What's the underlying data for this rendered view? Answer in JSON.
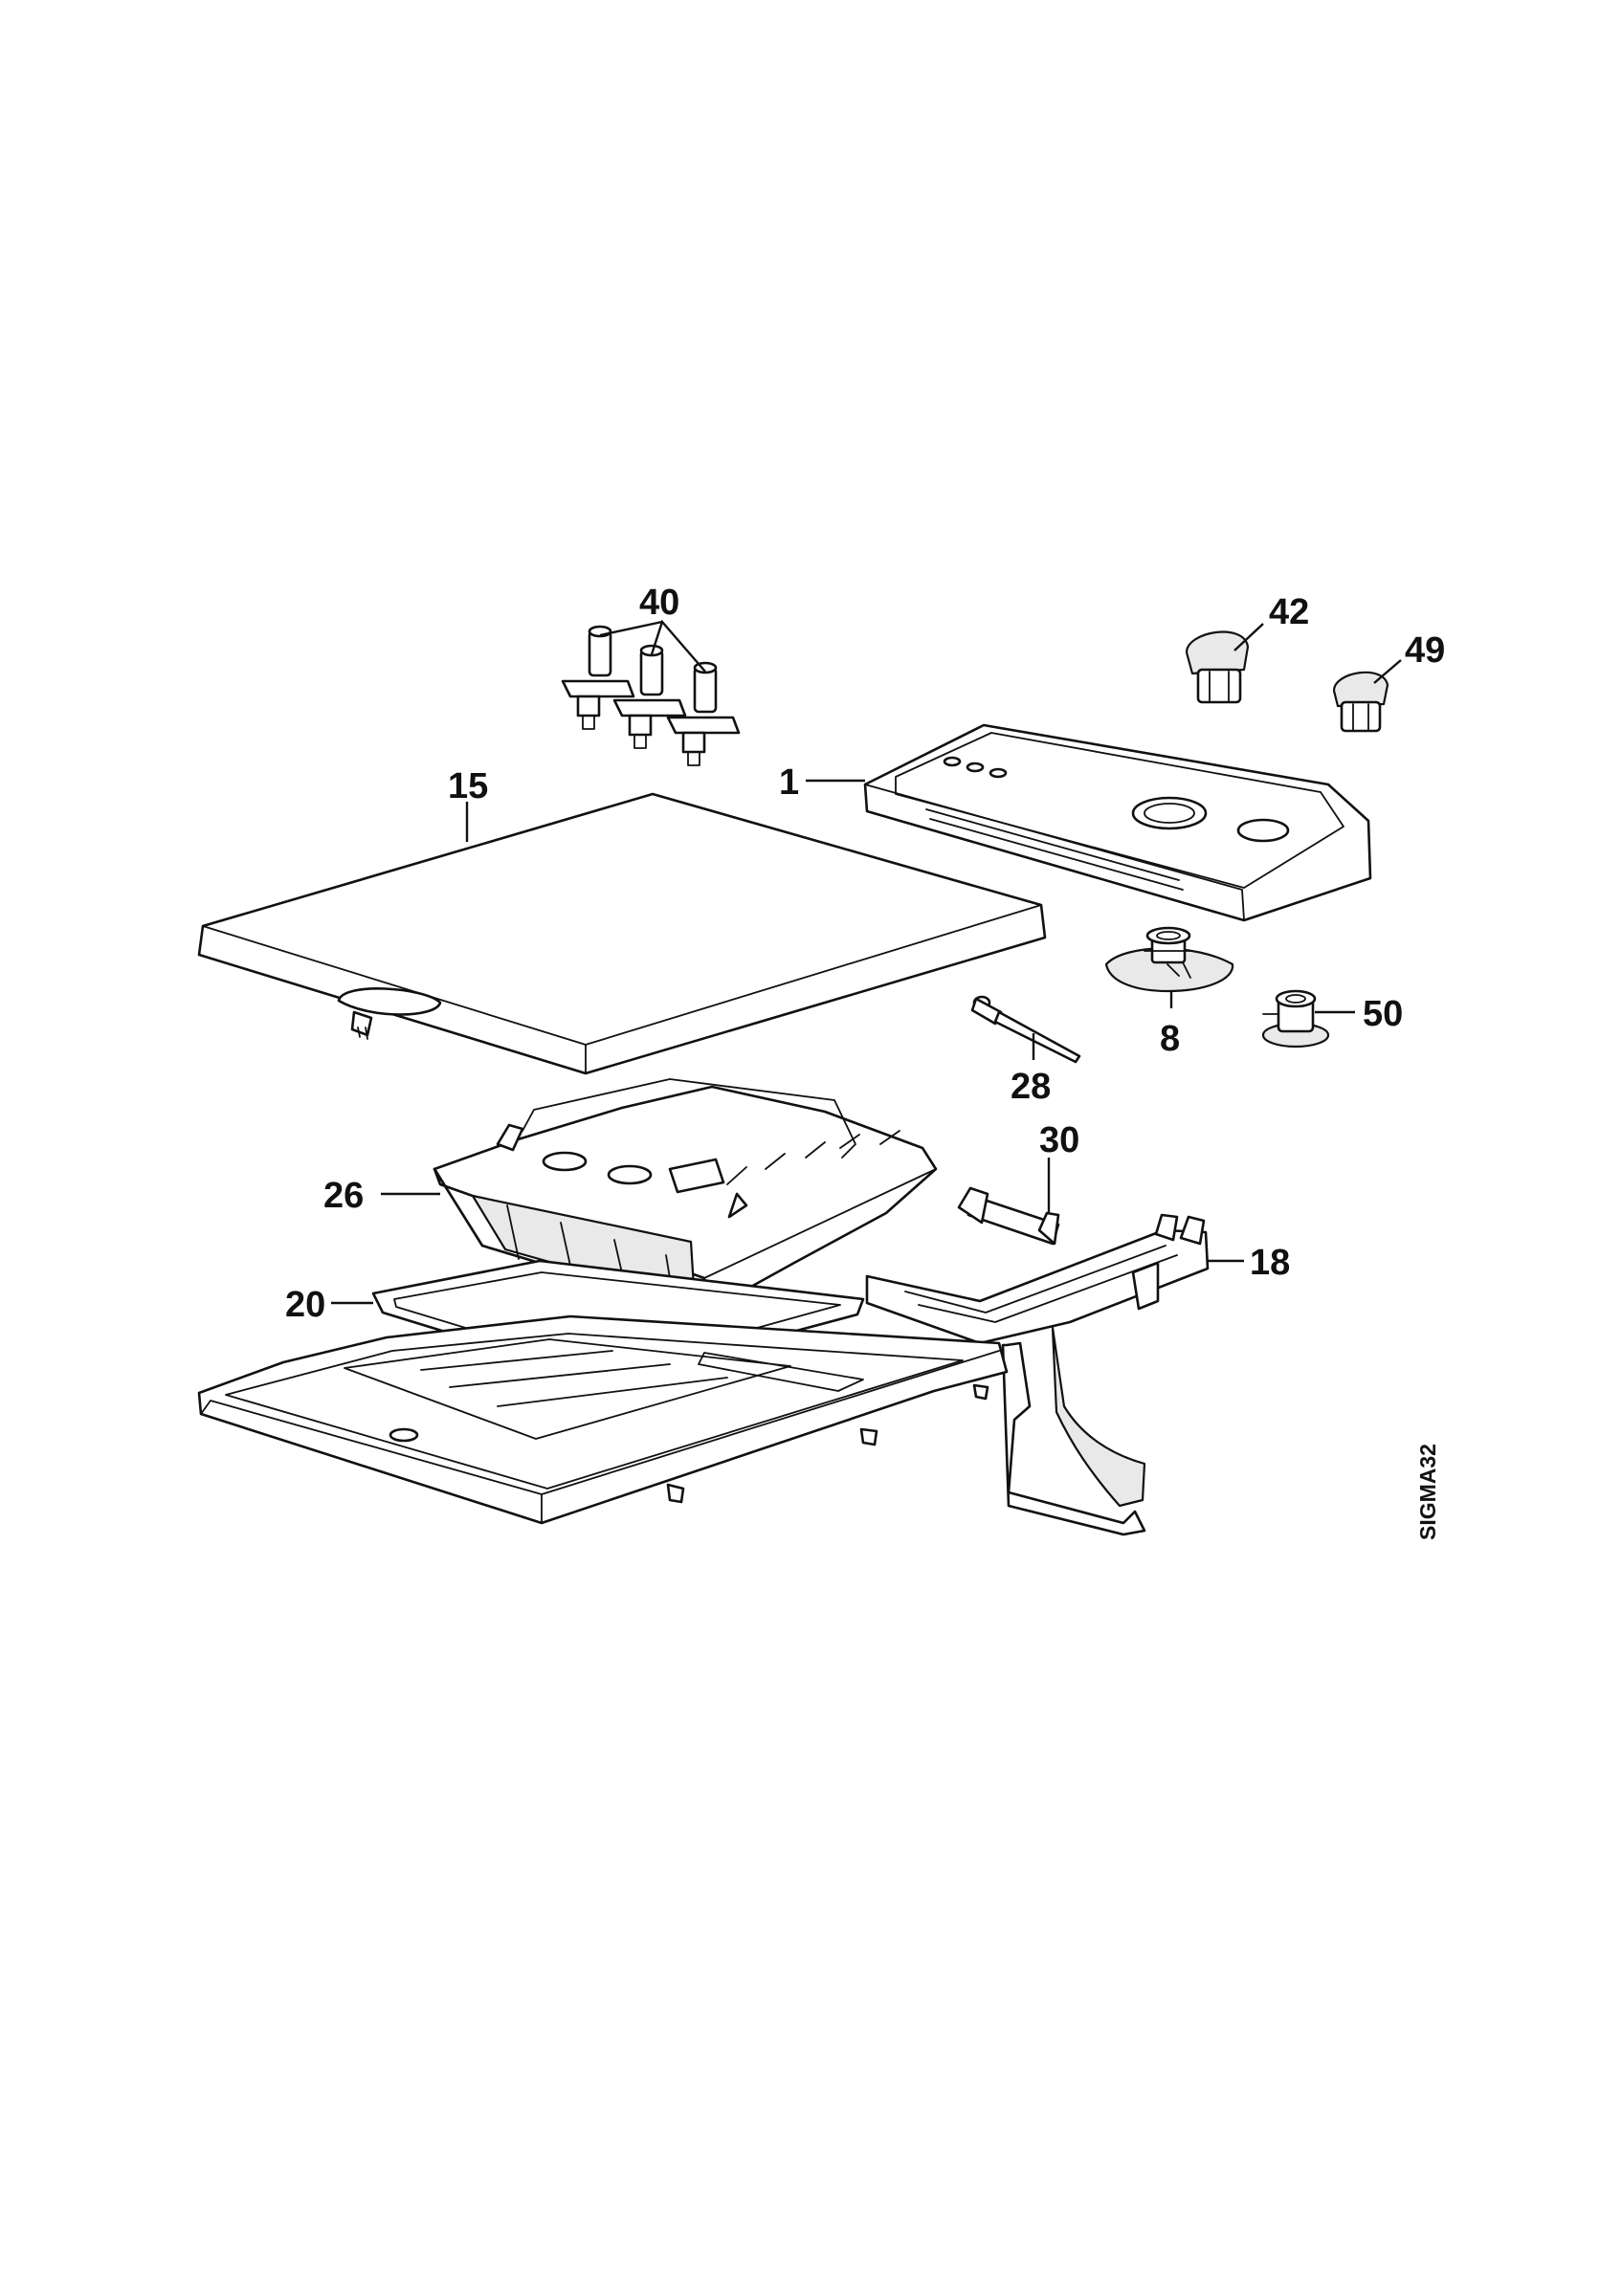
{
  "callouts": {
    "c1": "1",
    "c8": "8",
    "c15": "15",
    "c18": "18",
    "c20": "20",
    "c26": "26",
    "c28": "28",
    "c30": "30",
    "c40": "40",
    "c42": "42",
    "c49": "49",
    "c50": "50"
  },
  "drawing_code": "SIGMA32"
}
